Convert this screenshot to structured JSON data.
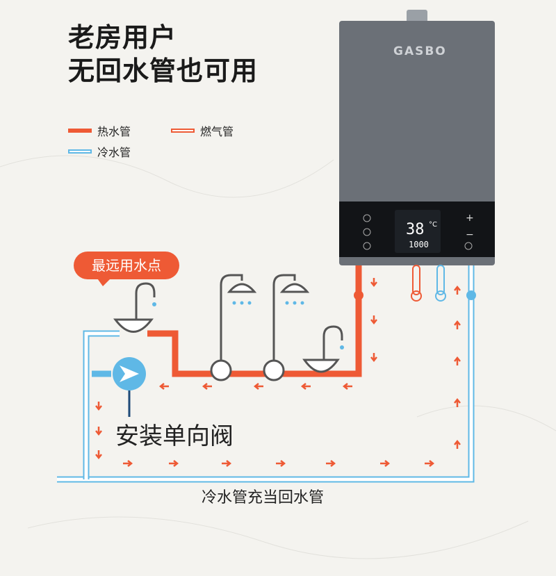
{
  "headline": {
    "line1": "老房用户",
    "line2": "无回水管也可用"
  },
  "legend": {
    "hot": {
      "label": "热水管",
      "color": "#ee5a35"
    },
    "gas": {
      "label": "燃气管",
      "color": "#ee5a35"
    },
    "cold": {
      "label": "冷水管",
      "color": "#5fb8e6"
    }
  },
  "heater": {
    "brand": "GASBO",
    "temperature": "38",
    "unit": "°C",
    "flow": "1000",
    "body_color": "#6b7077",
    "panel_color": "#121417"
  },
  "callout": {
    "text": "最远用水点"
  },
  "valve_label": "安装单向阀",
  "return_label": "冷水管充当回水管",
  "colors": {
    "hot_pipe": "#ee5a35",
    "cold_pipe": "#5fb8e6",
    "arrow": "#ee5a35"
  }
}
